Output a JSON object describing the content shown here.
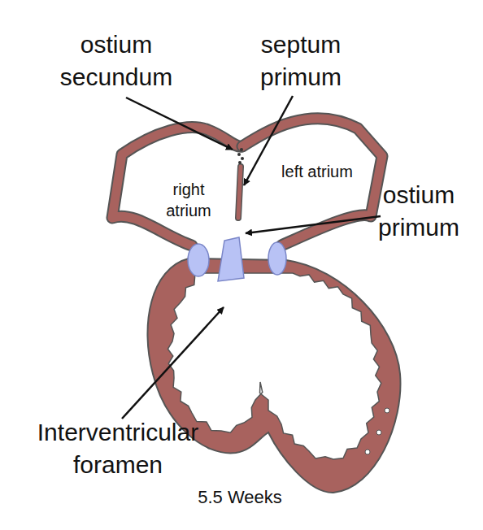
{
  "diagram": {
    "caption": "5.5 Weeks",
    "labels": [
      "ostium secundum",
      "septum primum",
      "right atrium",
      "left atrium",
      "ostium primum",
      "Interventricular foramen"
    ]
  }
}
